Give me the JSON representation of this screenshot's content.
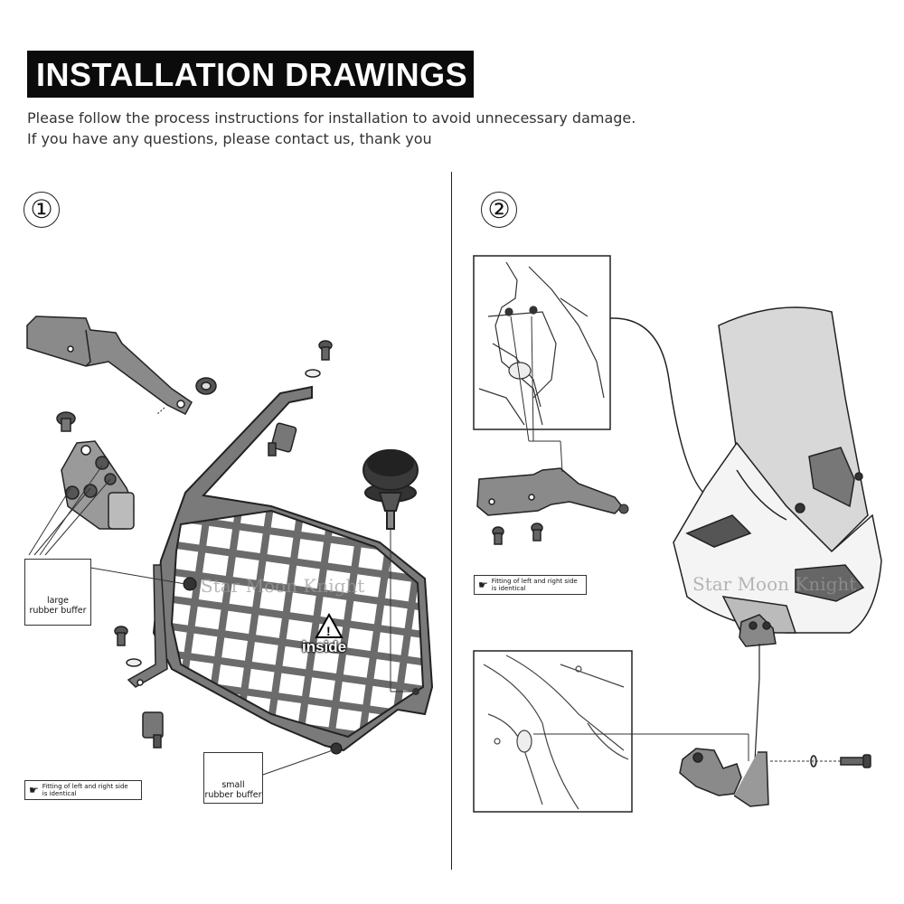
{
  "header": {
    "title": "INSTALLATION DRAWINGS :",
    "line1": "Please follow the process instructions for installation to avoid unnecessary damage.",
    "line2": "If you have any questions, please contact us, thank you"
  },
  "steps": {
    "one": "①",
    "two": "②"
  },
  "panel1": {
    "large_buffer": [
      "large",
      "rubber buffer"
    ],
    "small_buffer": [
      "small",
      "rubber buffer"
    ],
    "inside_label": "inside",
    "note": [
      "Fitting of left and right side",
      "is identical"
    ],
    "watermark": "Star Moon Knight"
  },
  "panel2": {
    "note": [
      "Fitting of left and right side",
      "is identical"
    ],
    "watermark": "Star Moon Knight"
  },
  "icons": {
    "hand": "pointing-hand-icon",
    "warning": "warning-triangle-icon"
  }
}
